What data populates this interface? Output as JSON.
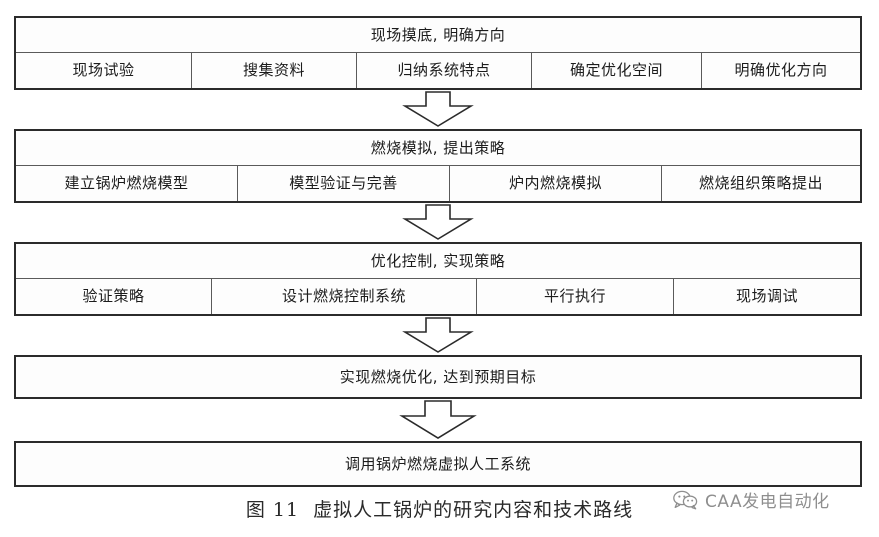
{
  "figure": {
    "caption_number": "图 11",
    "caption_text": "虚拟人工锅炉的研究内容和技术路线"
  },
  "diagram": {
    "type": "flowchart",
    "orientation": "top-to-bottom",
    "stages": [
      {
        "title": "现场摸底, 明确方向",
        "steps": [
          "现场试验",
          "搜集资料",
          "归纳系统特点",
          "确定优化空间",
          "明确优化方向"
        ]
      },
      {
        "title": "燃烧模拟, 提出策略",
        "steps": [
          "建立锅炉燃烧模型",
          "模型验证与完善",
          "炉内燃烧模拟",
          "燃烧组织策略提出"
        ]
      },
      {
        "title": "优化控制, 实现策略",
        "steps": [
          "验证策略",
          "设计燃烧控制系统",
          "平行执行",
          "现场调试"
        ]
      }
    ],
    "outcome": "实现燃烧优化, 达到预期目标",
    "final": "调用锅炉燃烧虚拟人工系统",
    "connector_icon": "down-block-arrow-icon"
  },
  "watermark": {
    "text": "CAA发电自动化",
    "logo": "wechat-bubbles-icon"
  },
  "colors": {
    "page_background": "#ffffff",
    "box_border": "#2b2b2b",
    "divider": "#5a5a5a",
    "text": "#1c1c1c",
    "watermark": "#4a4a4a"
  }
}
